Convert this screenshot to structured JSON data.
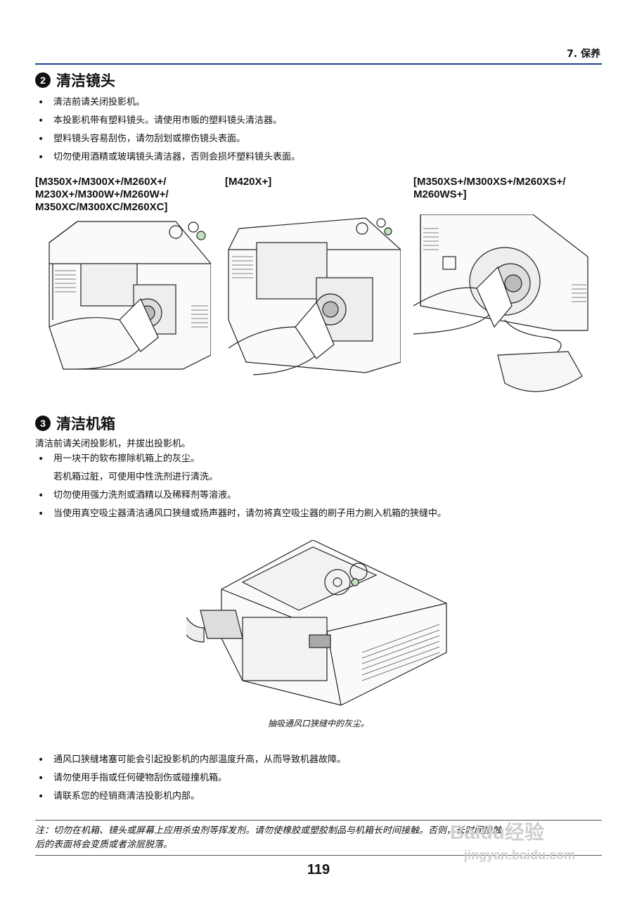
{
  "header": {
    "chapter": "7. 保养"
  },
  "section_lens": {
    "number": "❷",
    "title": "清洁镜头",
    "bullets": [
      "清洁前请关闭投影机。",
      "本投影机带有塑料镜头。请使用市贩的塑料镜头清洁器。",
      "塑料镜头容易刮伤，请勿刮划或擦伤镜头表面。",
      "切勿使用酒精或玻璃镜头清洁器，否则会损坏塑料镜头表面。"
    ],
    "models": [
      [
        "[M350X+/M300X+/M260X+/",
        "M230X+/M300W+/M260W+/",
        "M350XC/M300XC/M260XC]"
      ],
      [
        "[M420X+]"
      ],
      [
        "[M350XS+/M300XS+/M260XS+/",
        "M260WS+]"
      ]
    ]
  },
  "section_cabinet": {
    "number": "❸",
    "title": "清洁机箱",
    "intro": "清洁前请关闭投影机，并拔出投影机。",
    "bullets": [
      {
        "text": "用一块干的软布擦除机箱上的灰尘。",
        "sub": false
      },
      {
        "text": "若机箱过脏，可使用中性洗剂进行清洗。",
        "sub": true
      },
      {
        "text": "切勿使用强力洗剂或酒精以及稀释剂等溶液。",
        "sub": false
      },
      {
        "text": "当使用真空吸尘器清洁通风口狭缝或扬声器时，请勿将真空吸尘器的刷子用力刷入机箱的狭缝中。",
        "sub": false
      }
    ],
    "caption": "抽吸通风口狭缝中的灰尘。",
    "bullets2": [
      "通风口狭缝堵塞可能会引起投影机的内部温度升高，从而导致机器故障。",
      "请勿使用手指或任何硬物刮伤或碰撞机箱。",
      "请联系您的经销商清洁投影机内部。"
    ]
  },
  "note": {
    "line1": "注：切勿在机箱、镜头或屏幕上应用杀虫剂等挥发剂。请勿使橡胶或塑胶制品与机箱长时间接触。否则，长时间接触",
    "line2": "后的表面将会变质或者涂层脱落。"
  },
  "page_number": "119",
  "watermark": {
    "logo": "Baidu经验",
    "url": "jingyan.baidu.com"
  }
}
